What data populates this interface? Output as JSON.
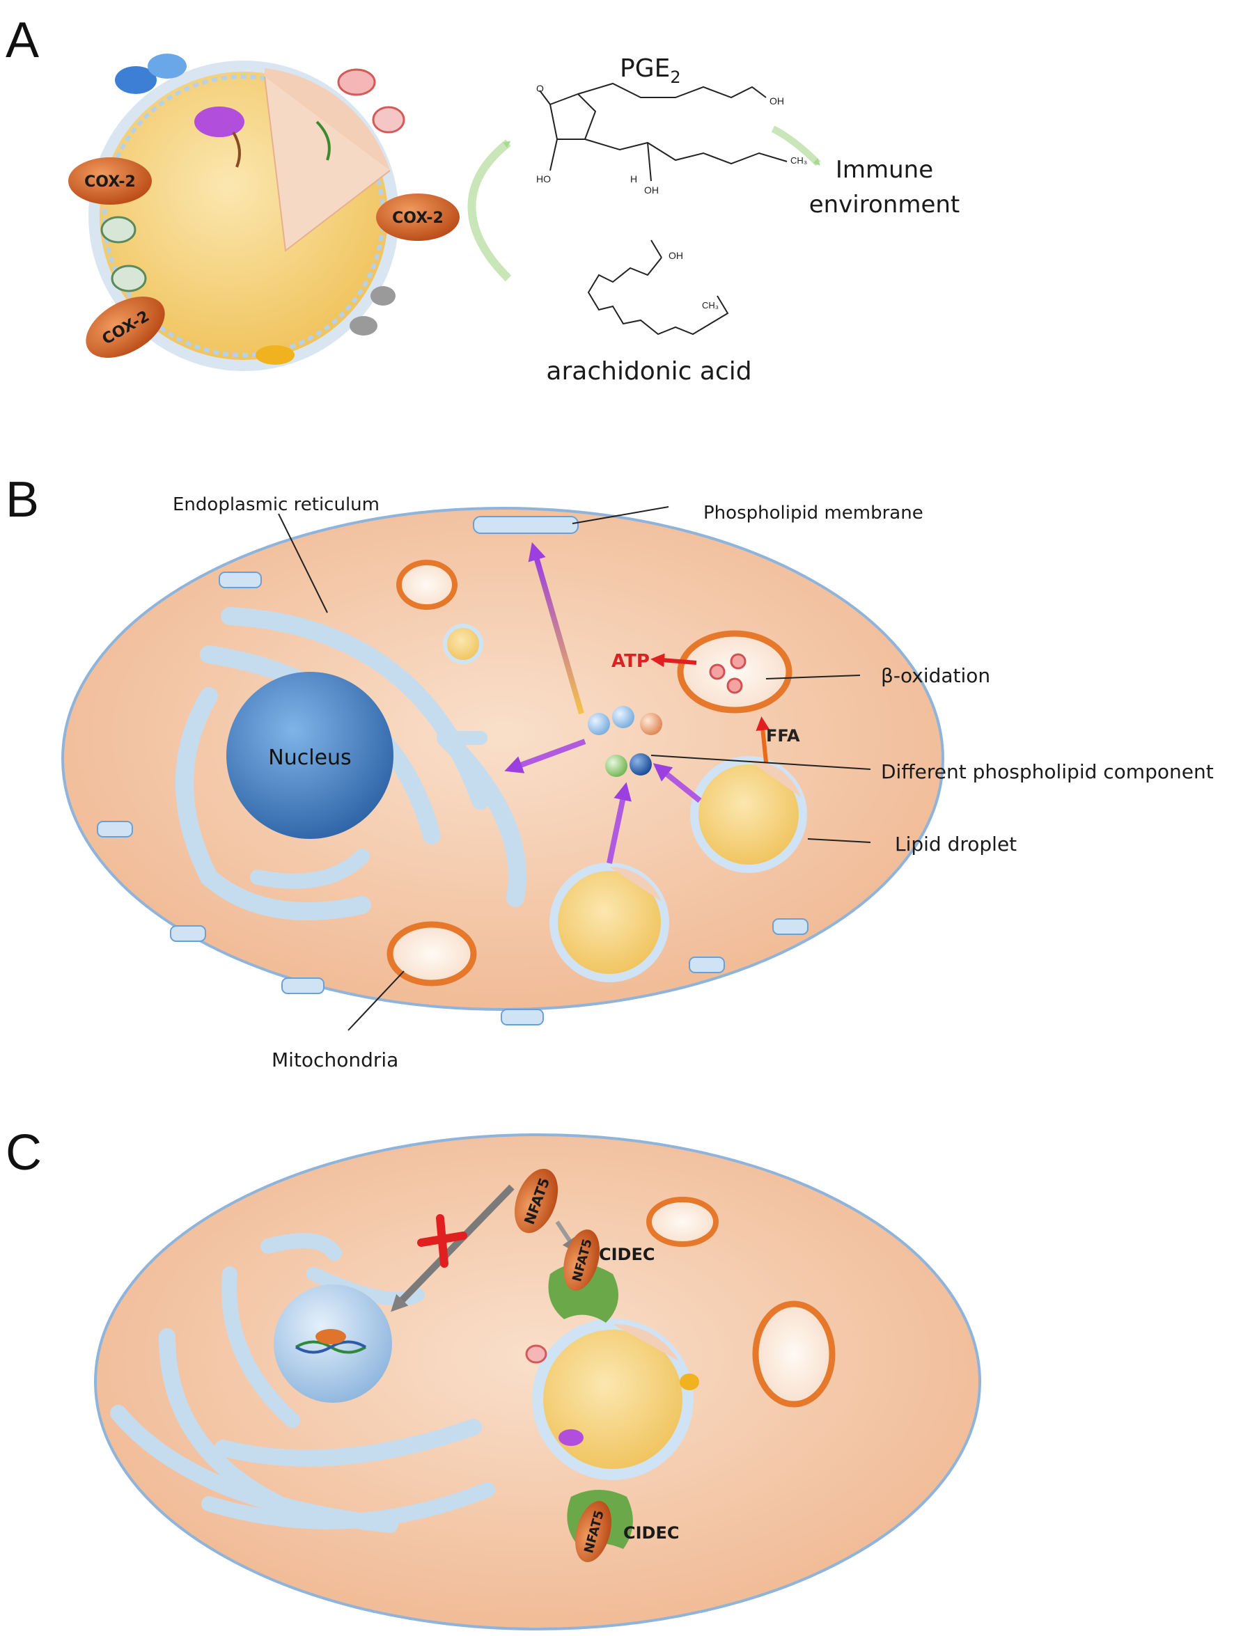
{
  "panels": {
    "a": {
      "letter": "A",
      "cox_labels": [
        "COX-2",
        "COX-2",
        "COX-2"
      ],
      "pge_base": "PGE",
      "pge_sub": "2",
      "arachidonic_label": "arachidonic acid",
      "immune_line1": "Immune",
      "immune_line2": "environment",
      "chem_o": "O",
      "chem_oh": "OH",
      "chem_ho": "HO",
      "chem_ch3": "CH₃",
      "chem_h": "H"
    },
    "b": {
      "letter": "B",
      "er_label": "Endoplasmic reticulum",
      "membrane_label": "Phospholipid membrane",
      "beta_label": "β-oxidation",
      "atp_label": "ATP",
      "ffa_label": "FFA",
      "nucleus_label": "Nucleus",
      "component_label": "Different phospholipid component",
      "droplet_label": "Lipid droplet",
      "mito_label": "Mitochondria"
    },
    "c": {
      "letter": "C",
      "nfat5": "NFAT5",
      "cidec": "CIDEC"
    }
  },
  "colors": {
    "cell_fill": "#f3c7a8",
    "cell_edge": "#8fb4dc",
    "nucleus": "#3f7fc4",
    "cox": "#c9581f",
    "mito_edge": "#e6782c",
    "arrow_red": "#e02020",
    "arrow_purple": "#a24fd6",
    "cidec_green": "#6ba84a"
  }
}
